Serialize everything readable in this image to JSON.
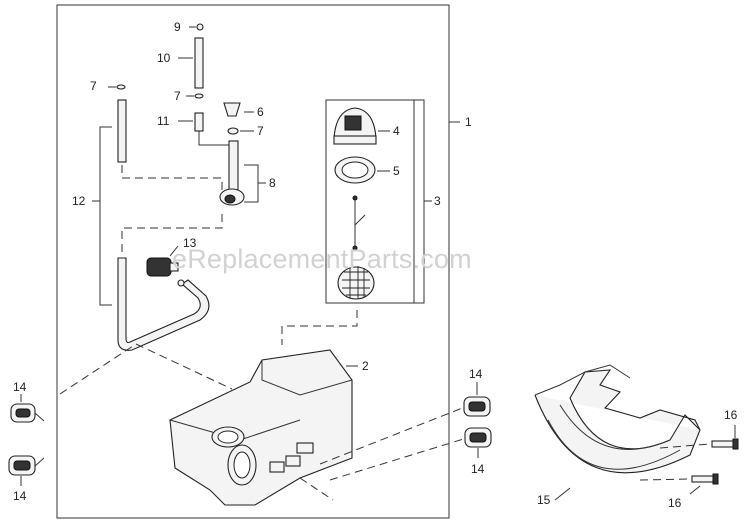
{
  "watermark": "eReplacementParts.com",
  "callouts": {
    "c1": "1",
    "c2": "2",
    "c3": "3",
    "c4": "4",
    "c5": "5",
    "c6": "6",
    "c7a": "7",
    "c7b": "7",
    "c7c": "7",
    "c8": "8",
    "c9": "9",
    "c10": "10",
    "c11": "11",
    "c12": "12",
    "c13": "13",
    "c14a": "14",
    "c14b": "14",
    "c14c": "14",
    "c14d": "14",
    "c15": "15",
    "c16a": "16",
    "c16b": "16"
  },
  "colors": {
    "line": "#333333",
    "part_fill": "#f4f4f4",
    "watermark": "#d2d2d2"
  }
}
